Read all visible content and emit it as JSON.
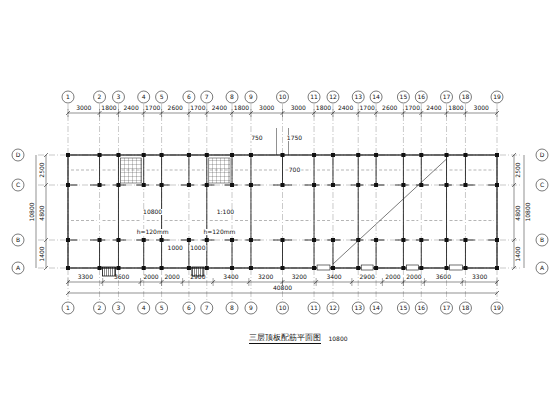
{
  "diagram": {
    "title": "三层顶板配筋平面图",
    "labels": [
      "1",
      "2",
      "3",
      "4",
      "5",
      "6",
      "7",
      "8",
      "9",
      "10",
      "11",
      "12",
      "13",
      "14",
      "15",
      "16",
      "17",
      "18",
      "19",
      "1",
      "2",
      "3",
      "4",
      "5",
      "6",
      "7",
      "8",
      "9",
      "10",
      "11",
      "12",
      "13",
      "14",
      "15",
      "16",
      "17",
      "18",
      "19",
      "3000",
      "1800",
      "2400",
      "1700",
      "2600",
      "1700",
      "2400",
      "1800",
      "3000",
      "3000",
      "1800",
      "2400",
      "1700",
      "2600",
      "1700",
      "2400",
      "1800",
      "3000",
      "3300",
      "3600",
      "2000",
      "2000",
      "2900",
      "3400",
      "3200",
      "3200",
      "3400",
      "2900",
      "2000",
      "2000",
      "3600",
      "3300",
      "D",
      "C",
      "B",
      "A",
      "D",
      "C",
      "B",
      "A",
      "2500",
      "4800",
      "1400",
      "2500",
      "4800",
      "1400",
      "40800",
      "10800",
      "10800",
      "1:100",
      "h=120mm",
      "h=120mm",
      "1000",
      "1000",
      "700",
      "750",
      "1750",
      "700",
      "750"
    ]
  }
}
